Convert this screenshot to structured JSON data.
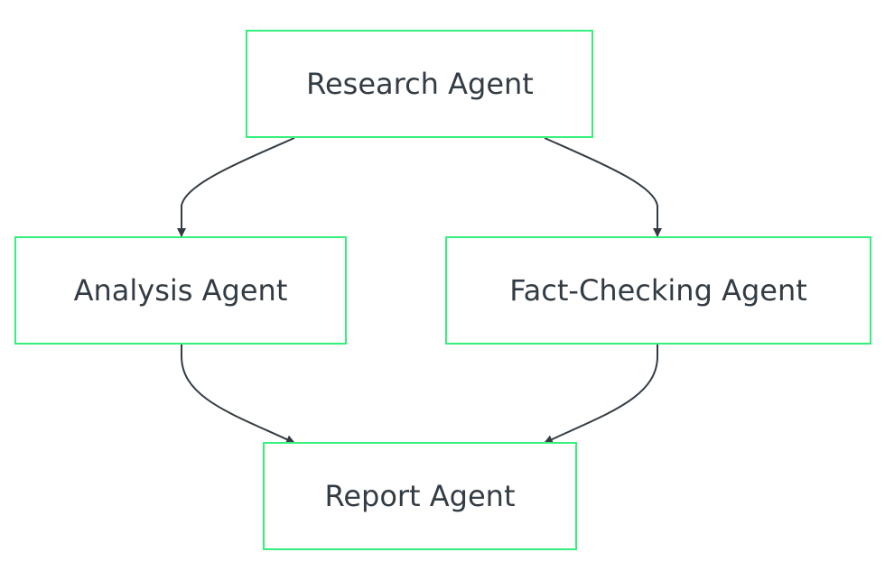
{
  "diagram": {
    "nodes": {
      "research": {
        "label": "Research Agent"
      },
      "analysis": {
        "label": "Analysis Agent"
      },
      "factcheck": {
        "label": "Fact-Checking Agent"
      },
      "report": {
        "label": "Report Agent"
      }
    },
    "edges": [
      {
        "from": "Research Agent",
        "to": "Analysis Agent"
      },
      {
        "from": "Research Agent",
        "to": "Fact-Checking Agent"
      },
      {
        "from": "Analysis Agent",
        "to": "Report Agent"
      },
      {
        "from": "Fact-Checking Agent",
        "to": "Report Agent"
      }
    ]
  },
  "colors": {
    "node_border": "#33f07a",
    "edge": "#333c44",
    "text": "#333c44"
  }
}
